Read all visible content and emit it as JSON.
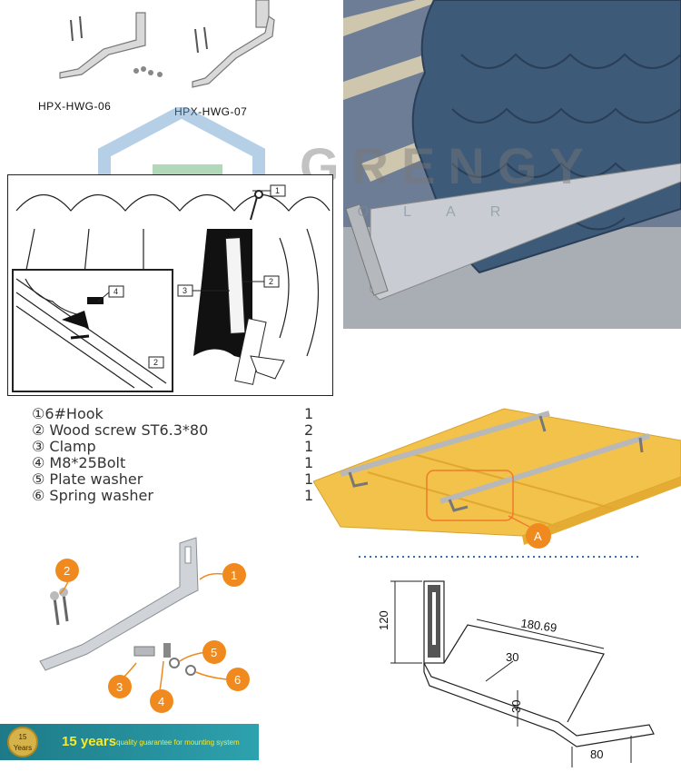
{
  "models": {
    "left": "HPX-HWG-06",
    "right": "HPX-HWG-07"
  },
  "watermark": {
    "brand": "GRENGY",
    "sub": "SOLAR"
  },
  "install_callouts": [
    "1",
    "2",
    "3",
    "4",
    "2"
  ],
  "parts": [
    {
      "name": "①6#Hook",
      "qty": "1"
    },
    {
      "name": "② Wood screw ST6.3*80",
      "qty": "2"
    },
    {
      "name": "③ Clamp",
      "qty": "1"
    },
    {
      "name": "④ M8*25Bolt",
      "qty": "1"
    },
    {
      "name": "⑤ Plate washer",
      "qty": "1"
    },
    {
      "name": "⑥ Spring washer",
      "qty": "1"
    }
  ],
  "roof_detail_label": "A",
  "exploded_callouts": [
    "1",
    "2",
    "3",
    "4",
    "5",
    "6"
  ],
  "dimensions": {
    "height": "120",
    "length": "180.69",
    "thickness": "30",
    "offset": "30",
    "foot": "80"
  },
  "banner": {
    "badge_line1": "15",
    "badge_line2": "Years",
    "headline": "15 years",
    "subline": "quality guarantee for mounting system"
  },
  "colors": {
    "callout_orange": "#f08a1e",
    "roof_yellow": "#f2c24a",
    "banner_teal": "#2598a5",
    "banner_text": "#f6e92f"
  }
}
